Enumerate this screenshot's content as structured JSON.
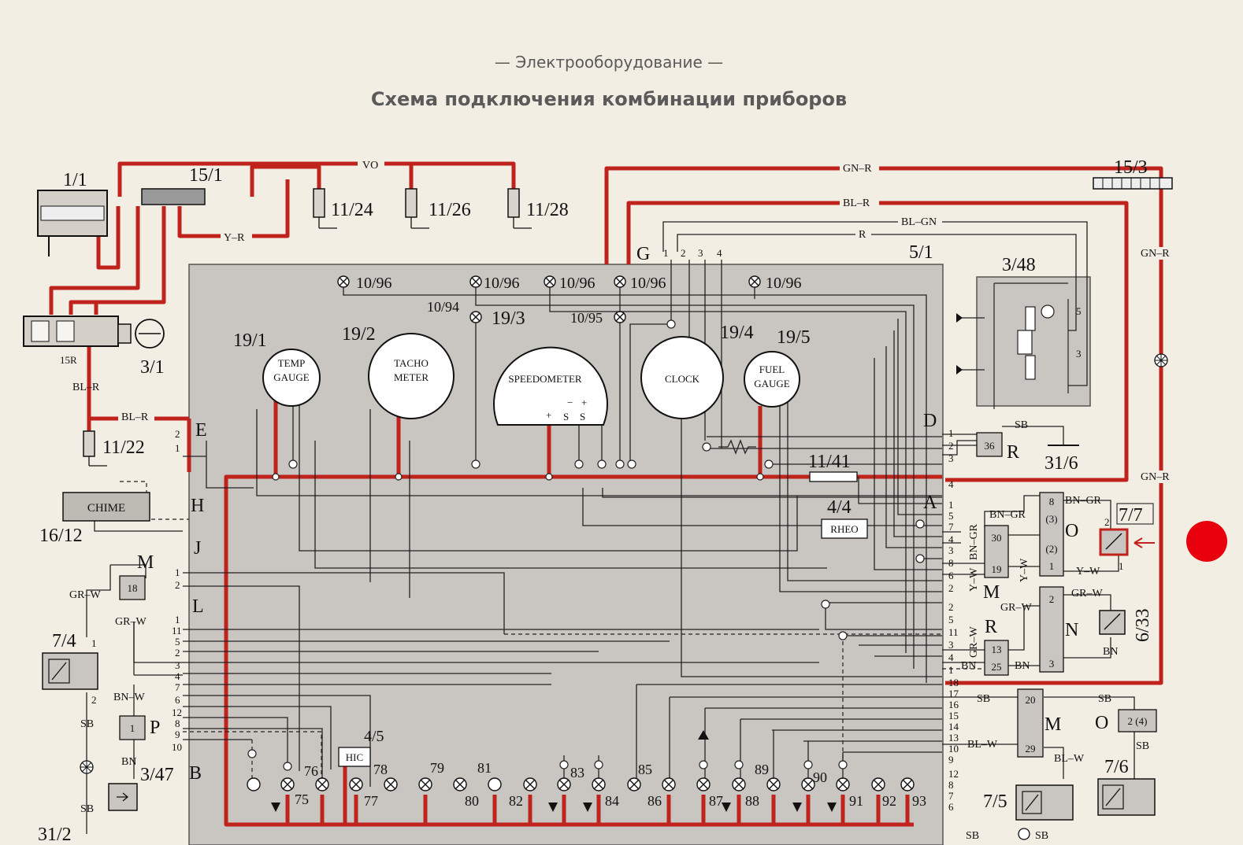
{
  "header": {
    "section": "— Электрооборудование —",
    "title": "Схема подключения комбинации приборов"
  },
  "components": {
    "c1_1": "1/1",
    "c15_1": "15/1",
    "c15_3": "15/3",
    "c3_1": "3/1",
    "c15R": "15R",
    "c11_24": "11/24",
    "c11_26": "11/26",
    "c11_28": "11/28",
    "c11_22": "11/22",
    "c11_41": "11/41",
    "c16_12": "16/12",
    "c19_1": "19/1",
    "c19_2": "19/2",
    "c19_3": "19/3",
    "c19_4": "19/4",
    "c19_5": "19/5",
    "c5_1": "5/1",
    "c3_48": "3/48",
    "c31_6": "31/6",
    "c4_4": "4/4",
    "c4_5": "4/5",
    "c7_7": "7/7",
    "c7_4": "7/4",
    "c7_5": "7/5",
    "c7_6": "7/6",
    "c3_47": "3/47",
    "c6_33": "6/33",
    "c31_2": "31/2",
    "l1094": "10/94",
    "l1095": "10/95",
    "bulb": "10/96"
  },
  "gauges": {
    "temp": [
      "TEMP",
      "GAUGE"
    ],
    "tacho": [
      "TACHO",
      "METER"
    ],
    "speedo": "SPEEDOMETER",
    "clock": "CLOCK",
    "fuel": [
      "FUEL",
      "GAUGE"
    ],
    "speedo_terms": [
      "−",
      "+",
      "+",
      "S",
      "S"
    ]
  },
  "boxes": {
    "chime": "CHIME",
    "rheo": "RHEO",
    "hic": "HIC"
  },
  "wires": {
    "vo": "VO",
    "yr": "Y–R",
    "gnr": "GN–R",
    "blr": "BL–R",
    "blgn": "BL–GN",
    "r": "R",
    "sb": "SB",
    "bngr": "BN–GR",
    "yw": "Y–W",
    "grw": "GR–W",
    "bn": "BN",
    "bnw": "BN–W",
    "blw": "BL–W"
  },
  "connectors": {
    "letters": [
      "G",
      "E",
      "H",
      "J",
      "L",
      "B",
      "D",
      "A",
      "M",
      "R",
      "N",
      "O",
      "P"
    ],
    "g_pins": [
      "1",
      "2",
      "3",
      "4"
    ]
  },
  "modules": {
    "m18": "18",
    "m1": "1",
    "m36": "36",
    "m30": "30",
    "m19": "19",
    "m13": "13",
    "m25": "25",
    "m20": "20",
    "m29": "29",
    "m24": "2 (4)",
    "m8": "8",
    "m3p": "(3)",
    "m2p": "(2)",
    "m1b": "1",
    "m2": "2",
    "m3": "3"
  },
  "bulbs_bottom": [
    "75",
    "76",
    "77",
    "78",
    "79",
    "80",
    "81",
    "82",
    "83",
    "84",
    "85",
    "86",
    "87",
    "88",
    "89",
    "90",
    "91",
    "92",
    "93"
  ],
  "colors": {
    "wire": "#c0221c",
    "panel": "#c9c6c1",
    "ink": "#111111",
    "marker": "#e8000d"
  }
}
